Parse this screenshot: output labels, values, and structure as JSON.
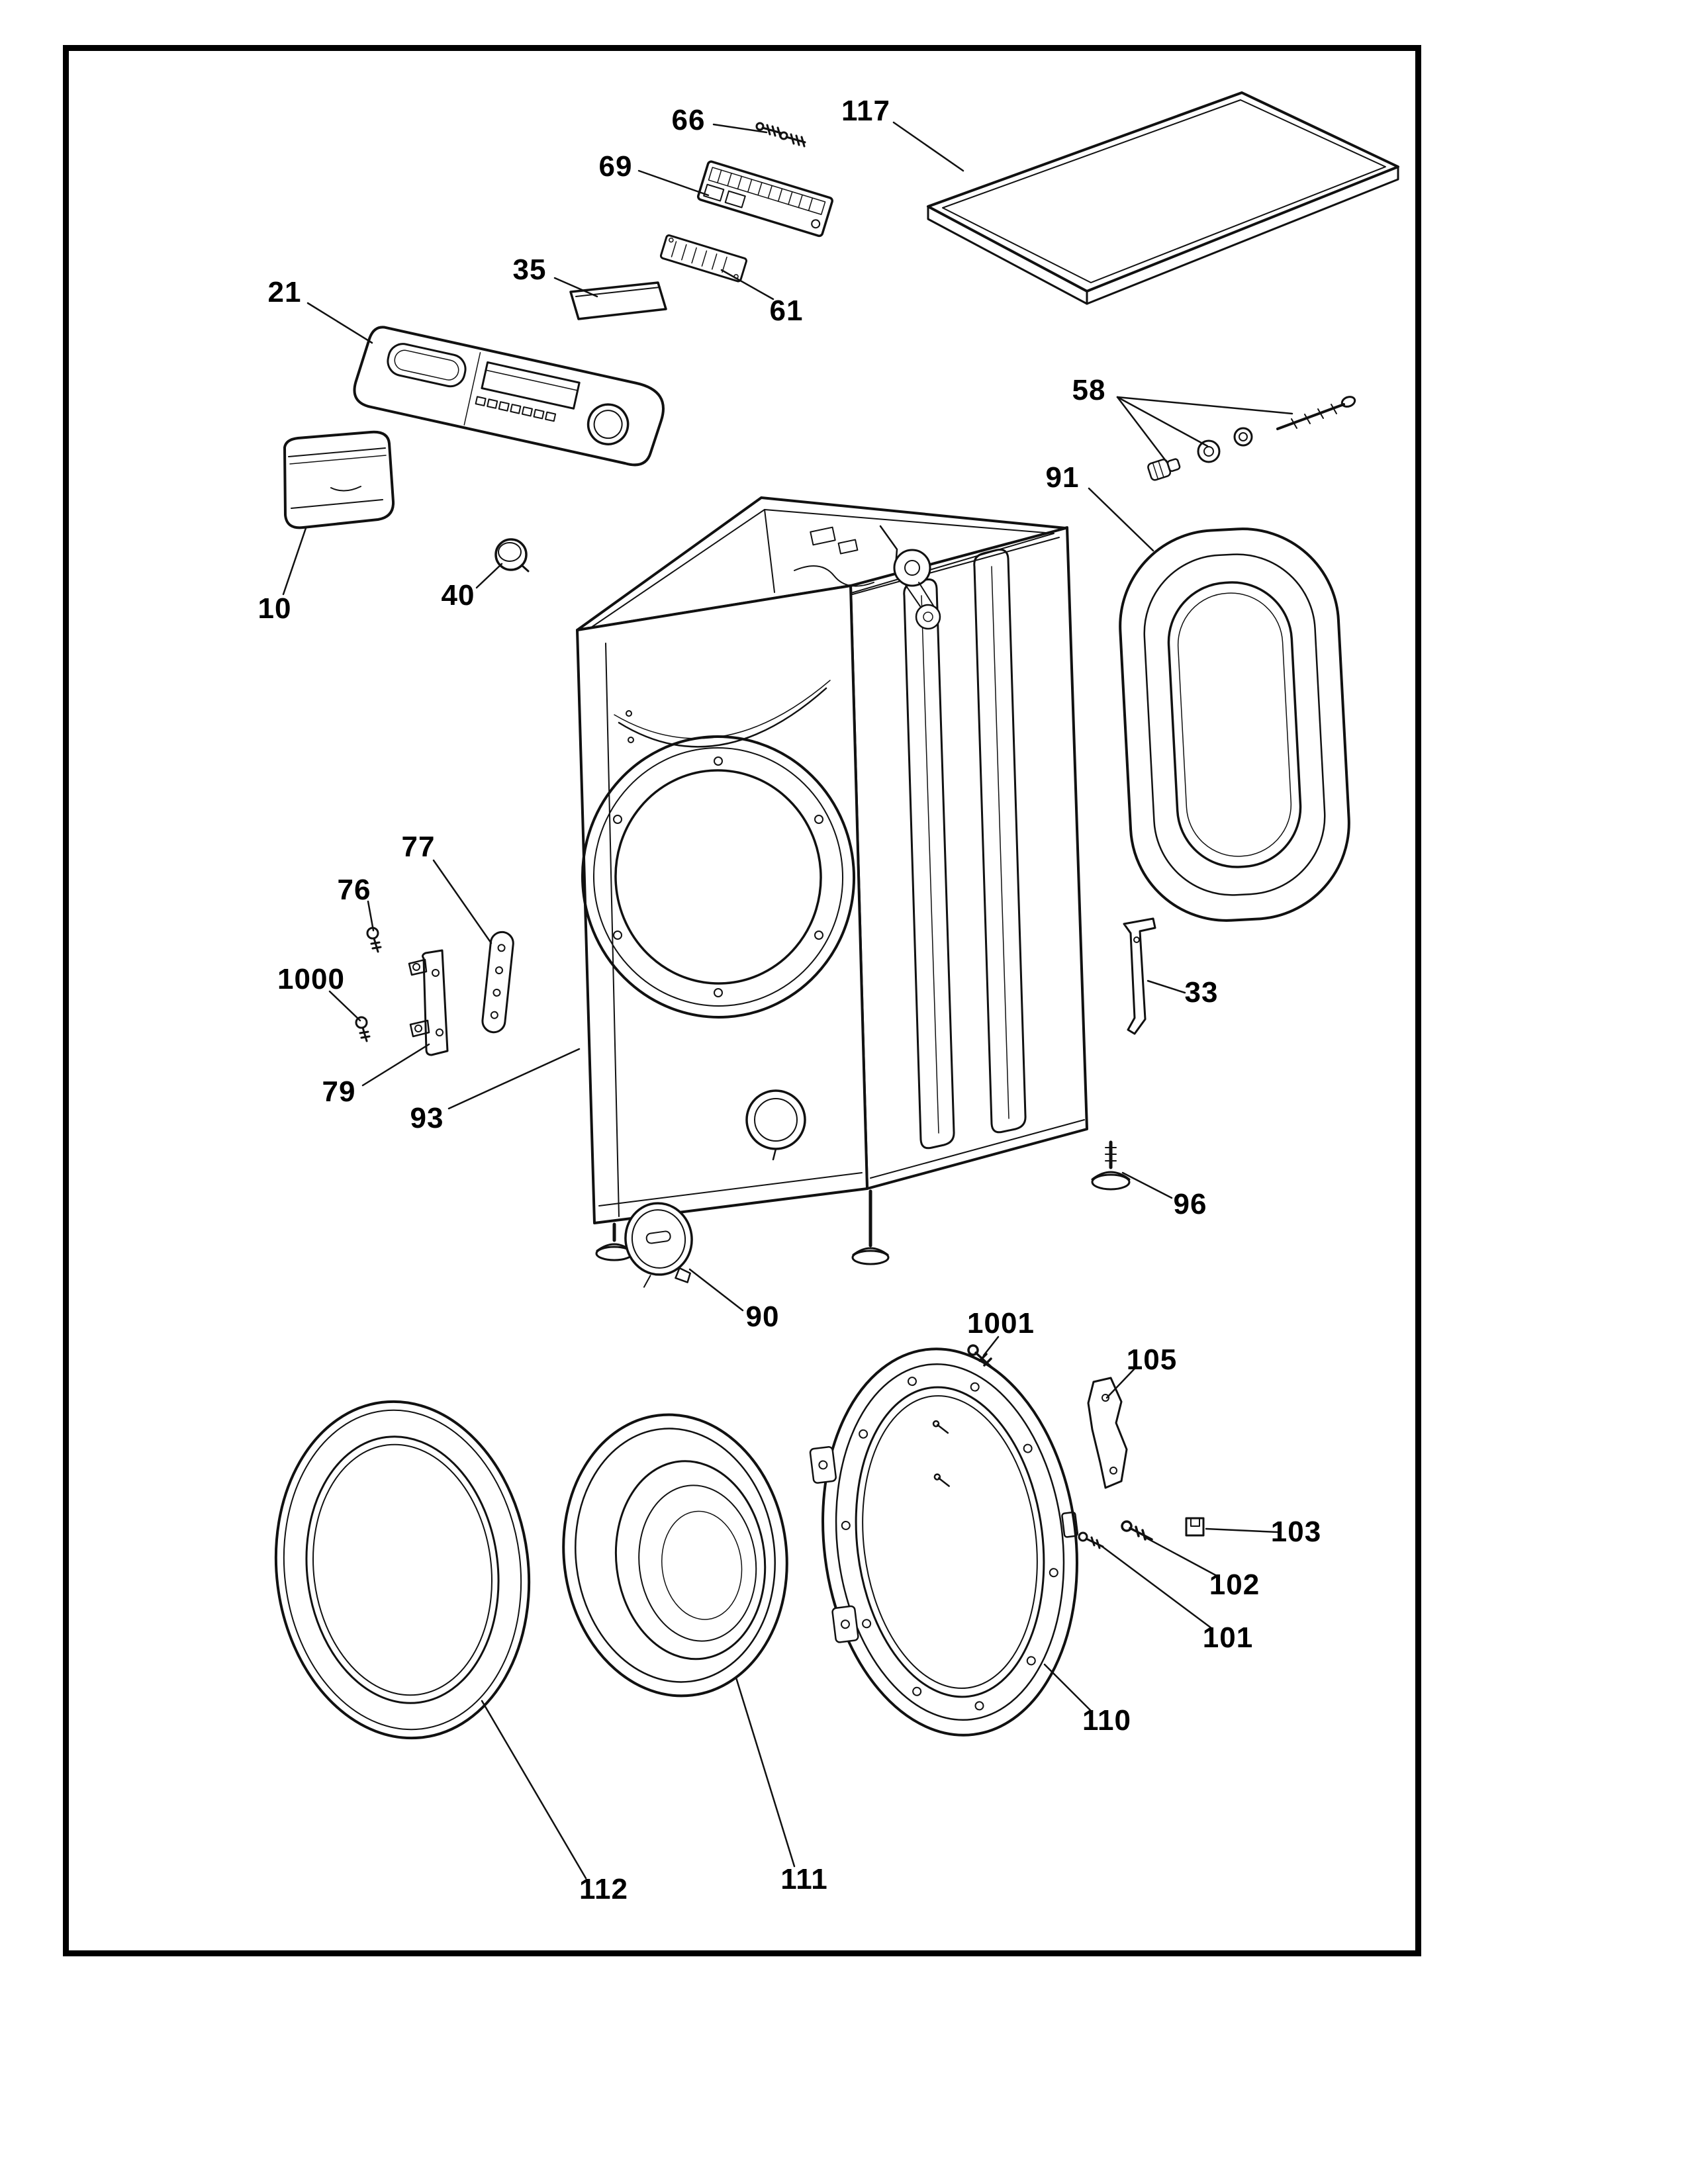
{
  "diagram": {
    "type": "exploded-parts-diagram",
    "colors": {
      "background": "#ffffff",
      "border": "#000000",
      "line": "#111111",
      "label_text": "#000000"
    },
    "callouts": {
      "c10": "10",
      "c21": "21",
      "c33": "33",
      "c35": "35",
      "c40": "40",
      "c58": "58",
      "c61": "61",
      "c66": "66",
      "c69": "69",
      "c76": "76",
      "c77": "77",
      "c79": "79",
      "c90": "90",
      "c91": "91",
      "c93": "93",
      "c96": "96",
      "c101": "101",
      "c102": "102",
      "c103": "103",
      "c105": "105",
      "c110": "110",
      "c111": "111",
      "c112": "112",
      "c117": "117",
      "c1000": "1000",
      "c1001": "1001"
    }
  }
}
